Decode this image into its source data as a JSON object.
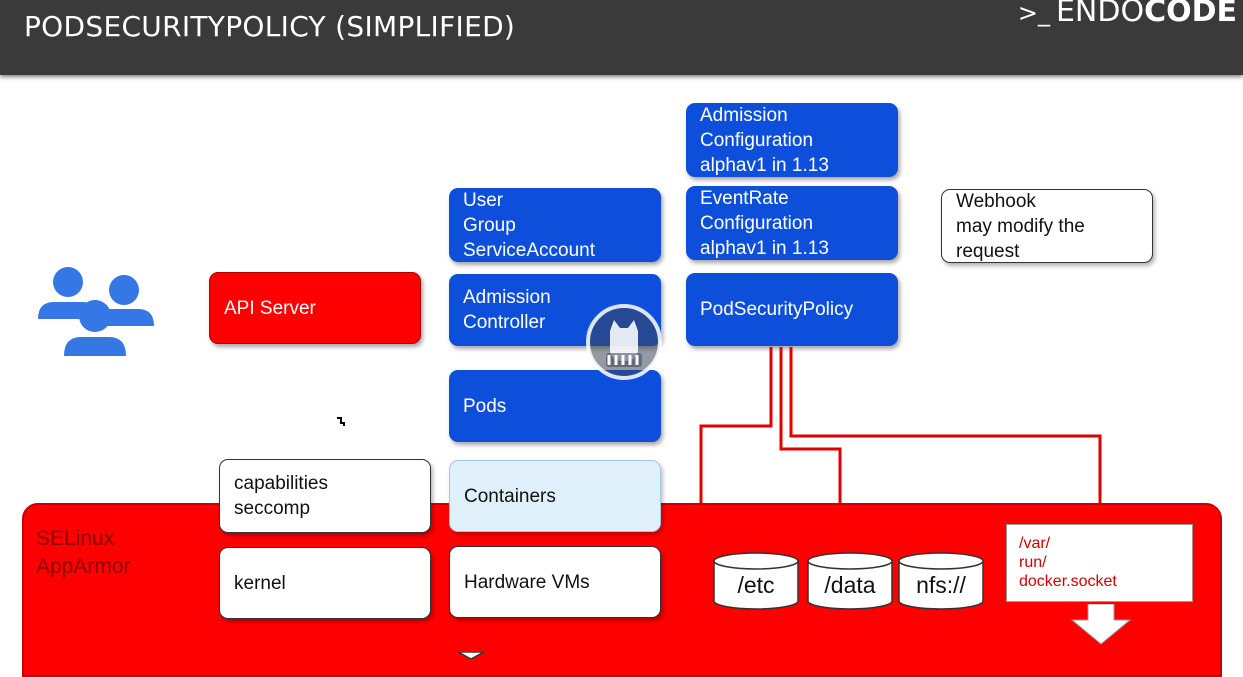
{
  "header": {
    "title": "PODSECURITYPOLICY (SIMPLIFIED)",
    "brand_prompt": ">_",
    "brand_light": "ENDO",
    "brand_bold": "CODE"
  },
  "boxes": {
    "api_server": "API Server",
    "user_group": "User\nGroup\nServiceAccount",
    "admission_controller": "Admission\nController",
    "pods": "Pods",
    "containers": "Containers",
    "hardware_vms": "Hardware VMs",
    "capabilities": "capabilities\nseccomp",
    "kernel": "kernel",
    "admission_config": "Admission\nConfiguration\nalphav1 in 1.13",
    "eventrate_config": "EventRate\nConfiguration\nalphav1 in 1.13",
    "psp": "PodSecurityPolicy",
    "webhook": "Webhook\nmay modify the\nrequest"
  },
  "host": {
    "label": "SELinux\nAppArmor",
    "volumes": [
      "/etc",
      "/data",
      "nfs://"
    ],
    "socket": "/var/\nrun/\ndocker.socket"
  },
  "colors": {
    "blue": "#0d4fdb",
    "red": "#ff0000",
    "light_blue": "#dff0fb",
    "header_bg": "#3a3a3a"
  },
  "icons": {
    "users": "users-group-icon",
    "watermark": "watermark-logo-icon",
    "cursor": "mouse-cursor-icon",
    "arrow": "down-arrow-icon"
  }
}
